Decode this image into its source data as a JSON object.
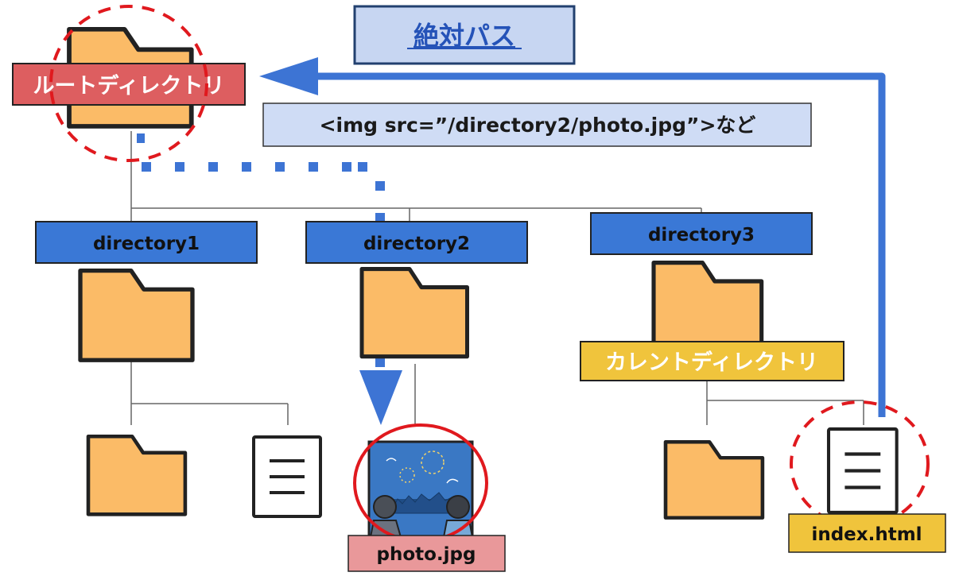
{
  "title": {
    "label": "絶対パス"
  },
  "code_example": {
    "text": "<img src=”/directory2/photo.jpg”>など"
  },
  "root": {
    "label": "ルートディレクトリ"
  },
  "directories": [
    {
      "label": "directory1"
    },
    {
      "label": "directory2"
    },
    {
      "label": "directory3"
    }
  ],
  "current_dir": {
    "label": "カレントディレクトリ"
  },
  "files": {
    "photo_label": "photo.jpg",
    "index_label": "index.html"
  },
  "icons": [
    "folder-icon",
    "document-icon",
    "image-icon",
    "arrow-icon"
  ],
  "colors": {
    "folder": "#fbbb67",
    "root_label": "#dd5e60",
    "dir_label": "#3a78d6",
    "current_label": "#f0c43c",
    "photo_label": "#e9989a",
    "index_label": "#f0c43c",
    "title_box": "#c7d6f2",
    "code_box": "#cfdcf5",
    "arrow": "#3d74d4",
    "dashed_circle": "#e0191e"
  }
}
